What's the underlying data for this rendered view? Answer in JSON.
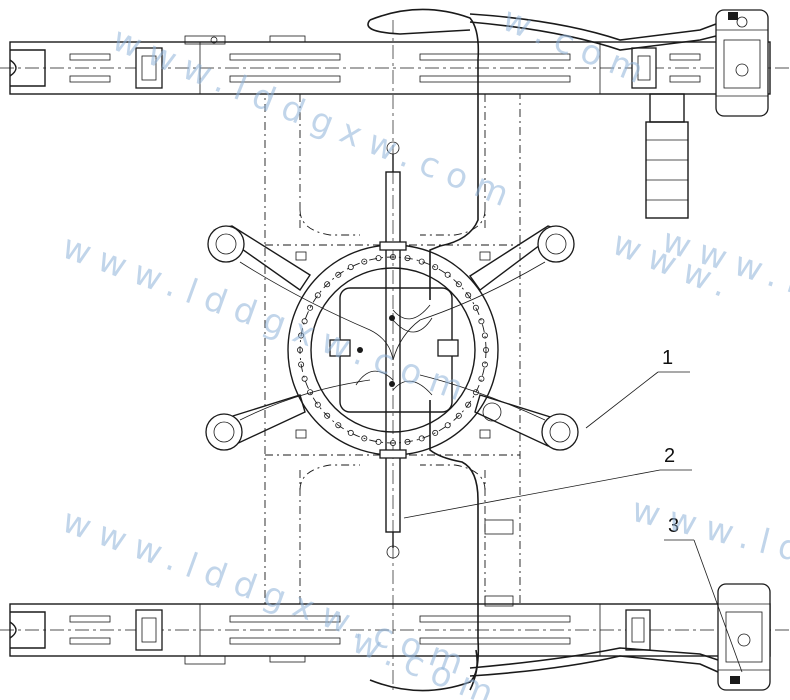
{
  "callouts": [
    {
      "label": "1"
    },
    {
      "label": "2"
    },
    {
      "label": "3"
    }
  ],
  "watermark": {
    "text_a": "www.lddgxw.com",
    "text_b": "www.ld",
    "text_c": "w.com",
    "text_d": "www.lddgxw.com",
    "text_e": "www.",
    "text_f": "www.lddgxw.com",
    "text_g": "www.ld",
    "text_h": "w.com"
  },
  "colors": {
    "line": "#1a1a1a",
    "watermark": "#8fb3d9"
  }
}
